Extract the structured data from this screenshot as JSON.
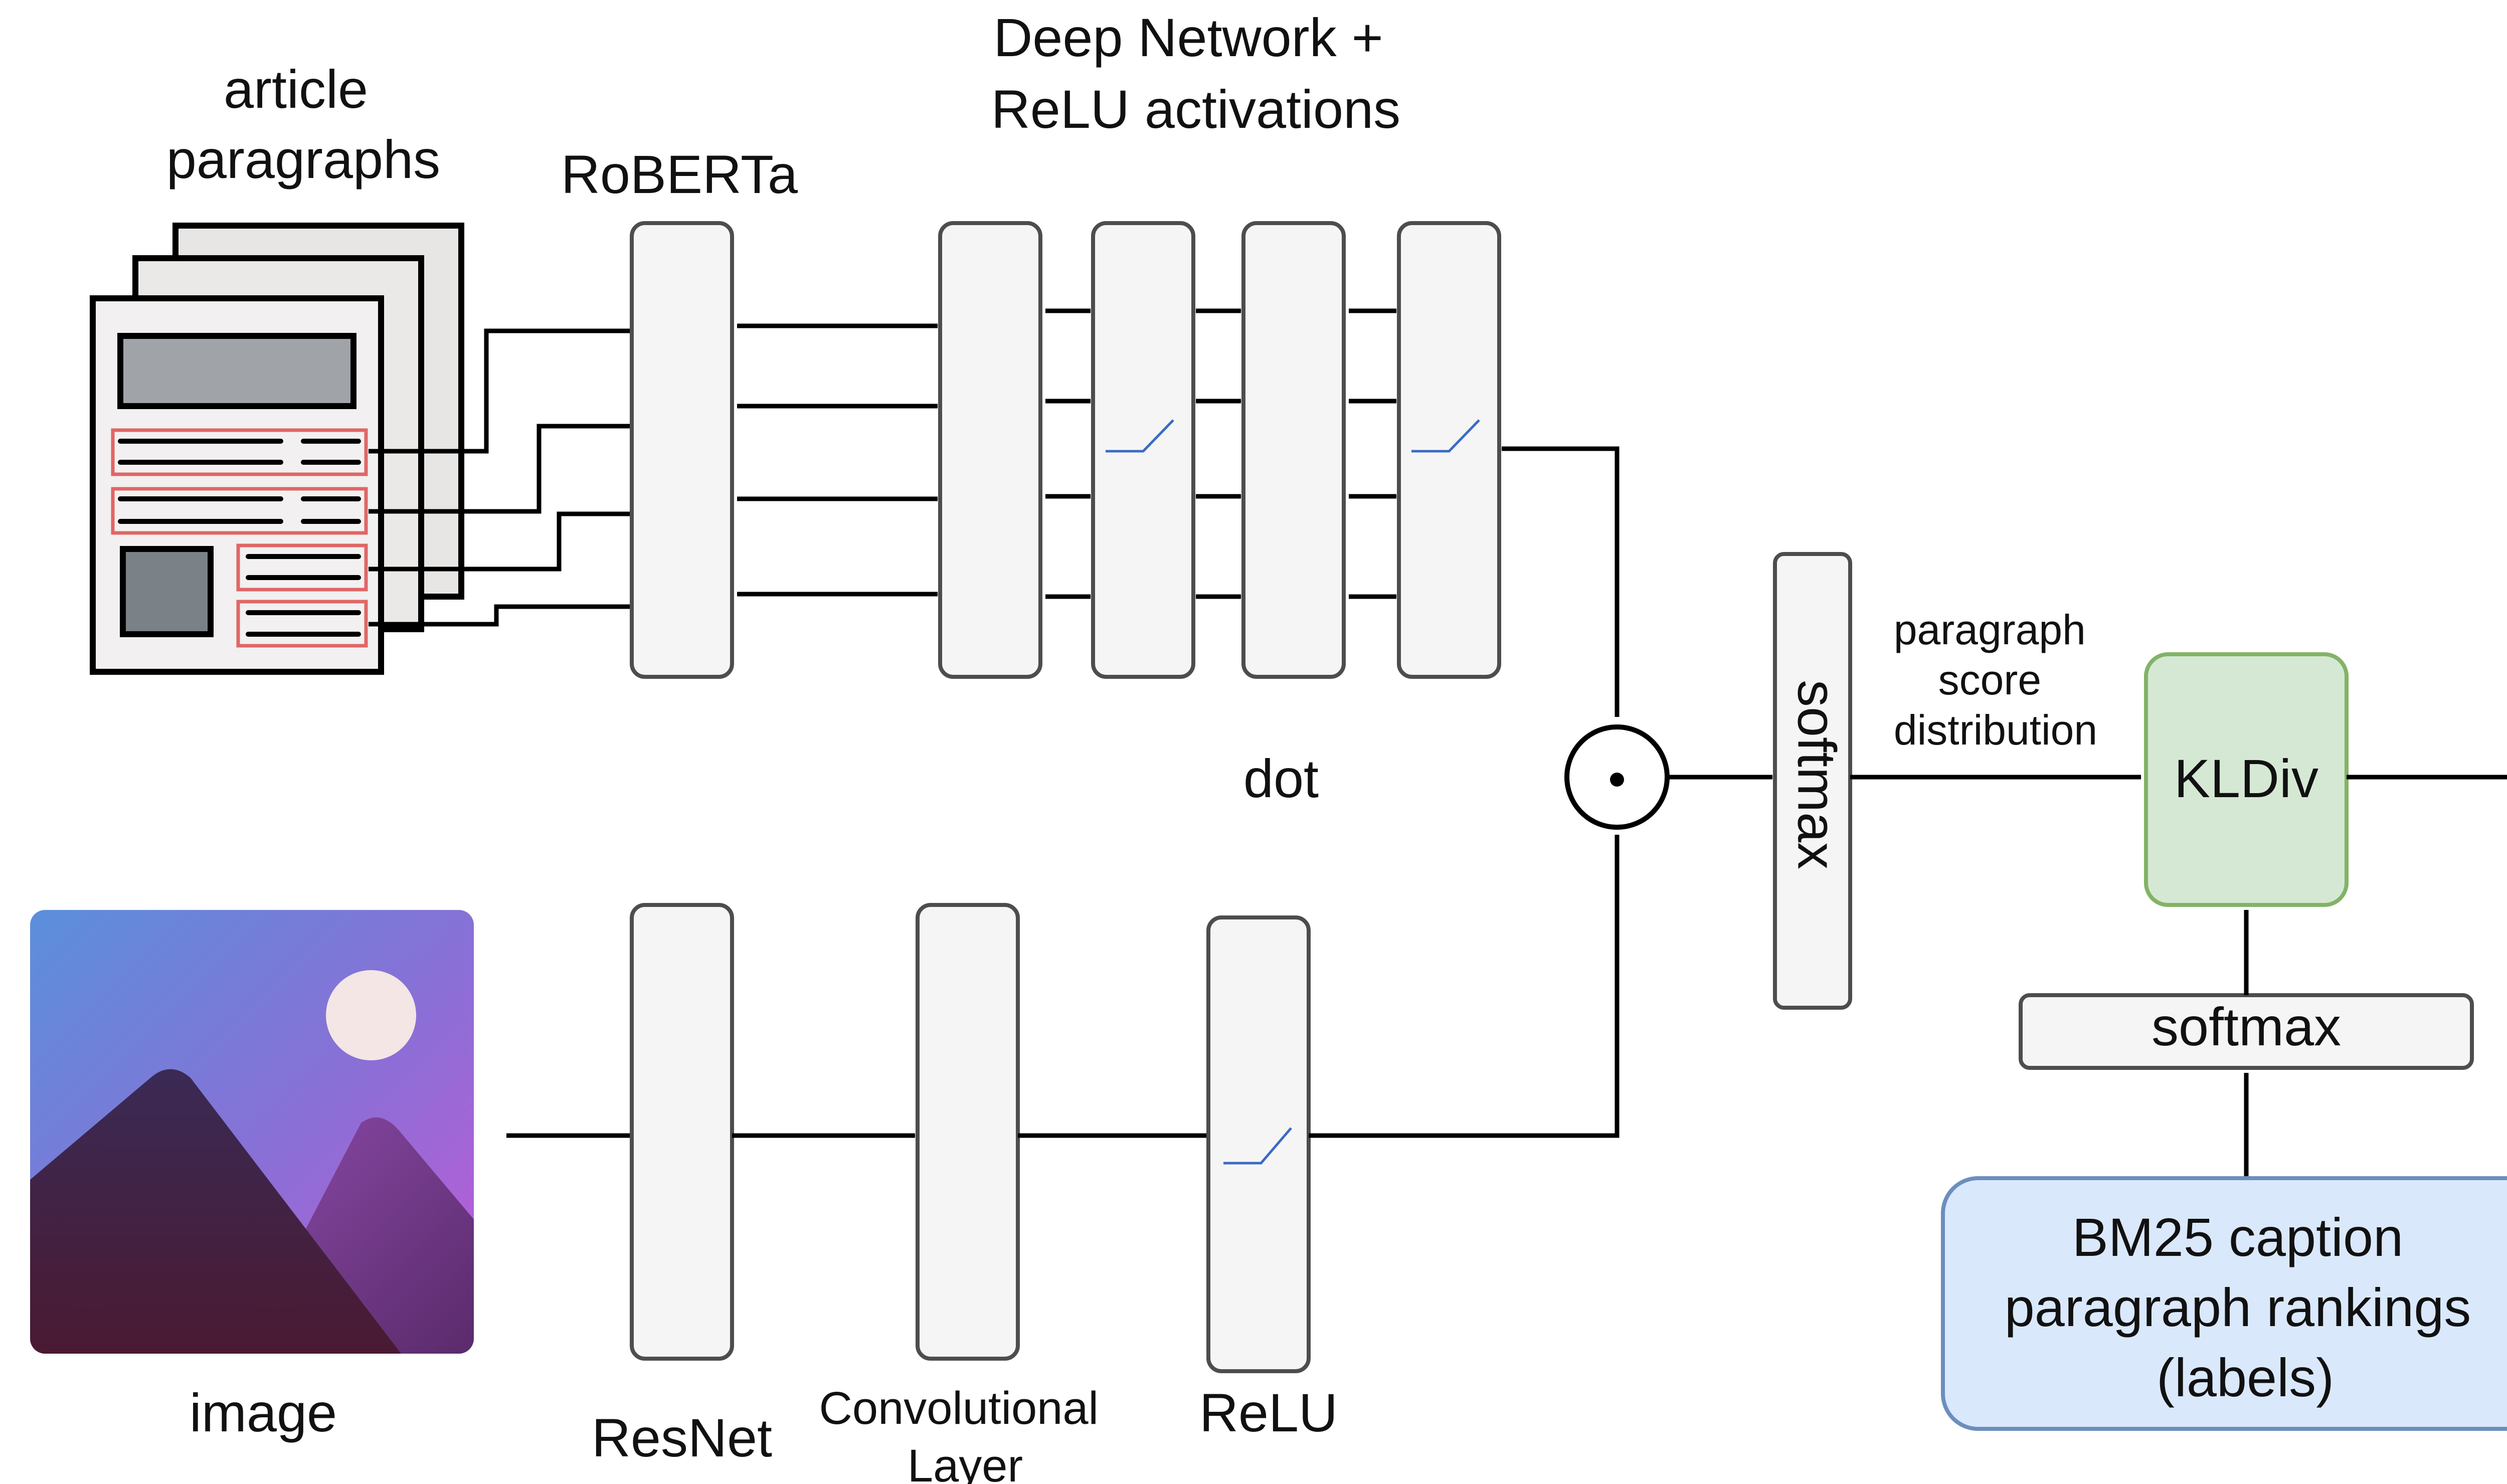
{
  "labels": {
    "article_paragraphs": [
      "article",
      "paragraphs"
    ],
    "roberta": "RoBERTa",
    "deep_network": [
      "Deep Network +",
      "ReLU activations"
    ],
    "dot": "dot",
    "image": "image",
    "resnet": "ResNet",
    "conv_layer": [
      "Convolutional",
      "Layer"
    ],
    "relu": "ReLU",
    "softmax_vertical": "softmax",
    "score_dist": [
      "paragraph",
      "score",
      "distribution"
    ],
    "kldiv": "KLDiv",
    "softmax_labels": "softmax",
    "bm25": [
      "BM25 caption",
      "paragraph rankings",
      "(labels)"
    ],
    "dot_symbol": "⊙"
  },
  "colors": {
    "kldiv_fill": "#d5e8d4",
    "kldiv_stroke": "#82b366",
    "bm25_fill": "#dae8fc",
    "bm25_stroke": "#6c8ebf",
    "relu_mark": "#3a6bc4",
    "paragraph_highlight": "#e06666"
  },
  "icons": {
    "article": "document-stack-icon",
    "image": "landscape-image-icon",
    "dot_product": "dot-product-operator-icon"
  }
}
